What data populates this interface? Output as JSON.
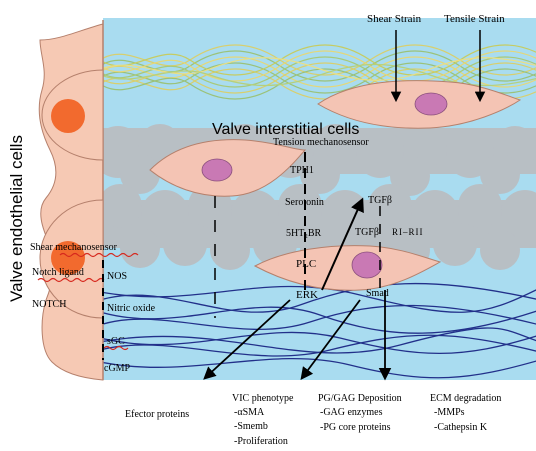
{
  "side_title": "Valve endothelial cells",
  "top_labels": {
    "shear": "Shear Strain",
    "tensile": "Tensile Strain"
  },
  "center_title": "Valve interstitial cells",
  "pathway": {
    "tension": "Tension mechanosensor",
    "tph1": "TPH1",
    "serotonin": "Serotonin",
    "htr": "5HT₂BR",
    "plc": "PLC",
    "erk": "ERK",
    "tgfb": "TGFβ",
    "tgfb_receptor_a": "TGFβ",
    "tgfb_receptor_b": "RI–RII",
    "smad": "Smad"
  },
  "endothelial": {
    "shear_mech": "Shear mechanosensor",
    "notch_ligand": "Notch ligand",
    "notch": "NOTCH",
    "nos": "NOS",
    "nitric_oxide": "Nitric oxide",
    "sgc": "sGC",
    "cgmp": "cGMP"
  },
  "outputs": {
    "effector": "Efector proteins",
    "vic_title": "VIC phenotype",
    "vic_1": "-αSMA",
    "vic_2": "-Smemb",
    "vic_3": "-Proliferation",
    "pg_title": "PG/GAG Deposition",
    "pg_1": "-GAG enzymes",
    "pg_2": "-PG core proteins",
    "ecm_title": "ECM degradation",
    "ecm_1": "-MMPs",
    "ecm_2": "-Cathepsin K"
  },
  "colors": {
    "matrix_blue": "#a9dcf0",
    "endothelium": "#f6c9b4",
    "cell_body": "#f4c4b4",
    "nucleus_orange": "#f26a2e",
    "nucleus_purple": "#c979b4",
    "gag_gray": "#b8bfc4",
    "collagen_yellow": "#e4d77a",
    "fiber_navy": "#22308a"
  }
}
